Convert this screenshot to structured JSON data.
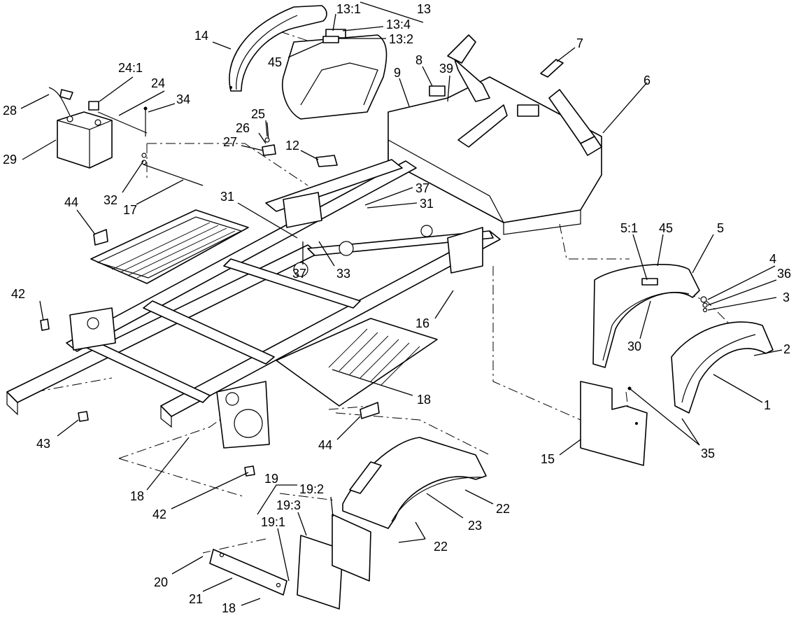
{
  "diagram": {
    "callouts": [
      {
        "id": "c1",
        "label": "1"
      },
      {
        "id": "c2",
        "label": "2"
      },
      {
        "id": "c3",
        "label": "3"
      },
      {
        "id": "c4",
        "label": "4"
      },
      {
        "id": "c5",
        "label": "5"
      },
      {
        "id": "c5_1",
        "label": "5:1"
      },
      {
        "id": "c6",
        "label": "6"
      },
      {
        "id": "c7",
        "label": "7"
      },
      {
        "id": "c8",
        "label": "8"
      },
      {
        "id": "c9",
        "label": "9"
      },
      {
        "id": "c12",
        "label": "12"
      },
      {
        "id": "c13",
        "label": "13"
      },
      {
        "id": "c13_1",
        "label": "13:1"
      },
      {
        "id": "c13_2",
        "label": "13:2"
      },
      {
        "id": "c13_4",
        "label": "13:4"
      },
      {
        "id": "c14",
        "label": "14"
      },
      {
        "id": "c15",
        "label": "15"
      },
      {
        "id": "c16",
        "label": "16"
      },
      {
        "id": "c17",
        "label": "17"
      },
      {
        "id": "c18a",
        "label": "18"
      },
      {
        "id": "c18b",
        "label": "18"
      },
      {
        "id": "c18c",
        "label": "18"
      },
      {
        "id": "c19",
        "label": "19"
      },
      {
        "id": "c19_1",
        "label": "19:1"
      },
      {
        "id": "c19_2",
        "label": "19:2"
      },
      {
        "id": "c19_3",
        "label": "19:3"
      },
      {
        "id": "c20",
        "label": "20"
      },
      {
        "id": "c21",
        "label": "21"
      },
      {
        "id": "c22a",
        "label": "22"
      },
      {
        "id": "c22b",
        "label": "22"
      },
      {
        "id": "c23",
        "label": "23"
      },
      {
        "id": "c24",
        "label": "24"
      },
      {
        "id": "c24_1",
        "label": "24:1"
      },
      {
        "id": "c25",
        "label": "25"
      },
      {
        "id": "c26",
        "label": "26"
      },
      {
        "id": "c27",
        "label": "27"
      },
      {
        "id": "c28",
        "label": "28"
      },
      {
        "id": "c29",
        "label": "29"
      },
      {
        "id": "c30",
        "label": "30"
      },
      {
        "id": "c31a",
        "label": "31"
      },
      {
        "id": "c31b",
        "label": "31"
      },
      {
        "id": "c32",
        "label": "32"
      },
      {
        "id": "c33",
        "label": "33"
      },
      {
        "id": "c34",
        "label": "34"
      },
      {
        "id": "c35",
        "label": "35"
      },
      {
        "id": "c36",
        "label": "36"
      },
      {
        "id": "c37a",
        "label": "37"
      },
      {
        "id": "c37b",
        "label": "37"
      },
      {
        "id": "c39",
        "label": "39"
      },
      {
        "id": "c42a",
        "label": "42"
      },
      {
        "id": "c42b",
        "label": "42"
      },
      {
        "id": "c43",
        "label": "43"
      },
      {
        "id": "c44a",
        "label": "44"
      },
      {
        "id": "c44b",
        "label": "44"
      },
      {
        "id": "c45a",
        "label": "45"
      },
      {
        "id": "c45b",
        "label": "45"
      }
    ]
  }
}
